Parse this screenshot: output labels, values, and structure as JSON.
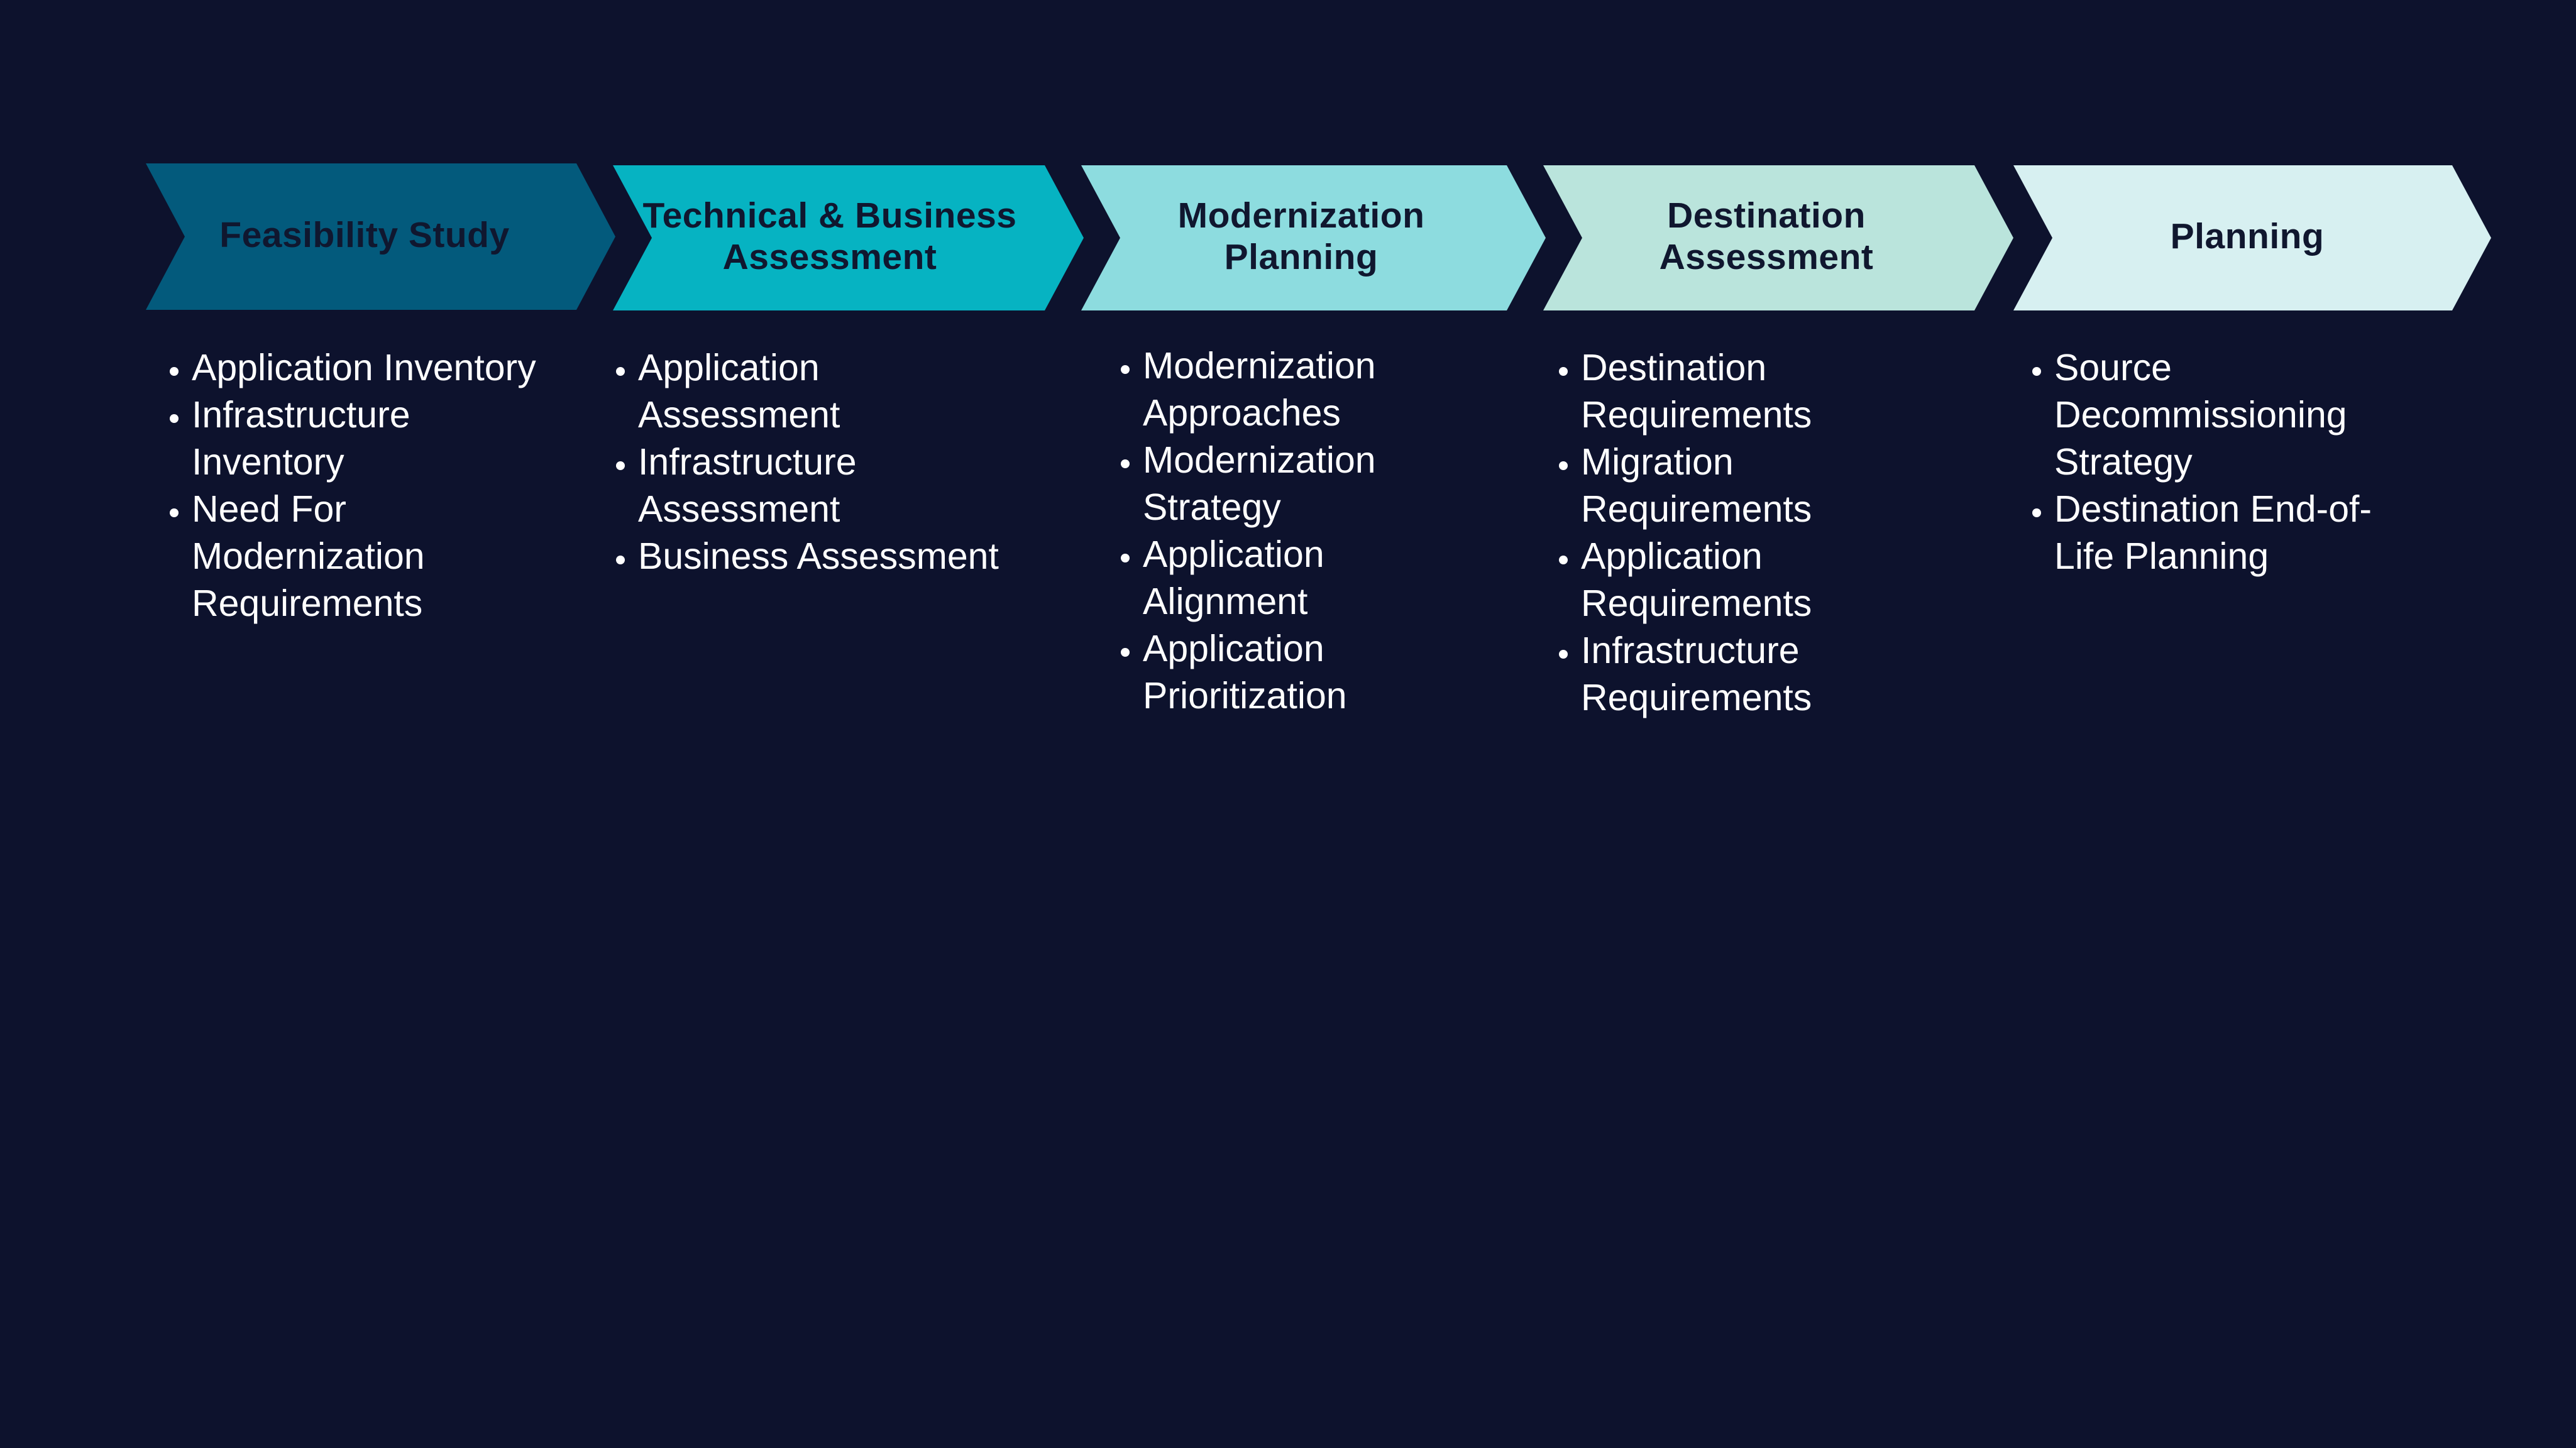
{
  "background_color": "#0d122d",
  "text_color": "#ffffff",
  "label_color": "#10172f",
  "stages": [
    {
      "title": "Feasibility Study",
      "color": "#035a7c",
      "items": [
        "Application Inventory",
        "Infrastructure Inventory",
        "Need For Modernization Requirements"
      ]
    },
    {
      "title": "Technical & Business Assessment",
      "color": "#06b3c2",
      "items": [
        "Application Assessment",
        "Infrastructure Assessment",
        "Business Assessment"
      ]
    },
    {
      "title": "Modernization Planning",
      "color": "#8ddcdf",
      "items": [
        "Modernization Approaches",
        "Modernization Strategy",
        "Application Alignment",
        "Application Prioritization"
      ]
    },
    {
      "title": "Destination Assessment",
      "color": "#bae4dc",
      "items": [
        "Destination Requirements",
        "Migration Requirements",
        "Application Requirements",
        "Infrastructure Requirements"
      ]
    },
    {
      "title": "Planning",
      "color": "#d7f0f1",
      "items": [
        "Source Decommissioning Strategy",
        "Destination End-of-Life Planning"
      ]
    }
  ]
}
